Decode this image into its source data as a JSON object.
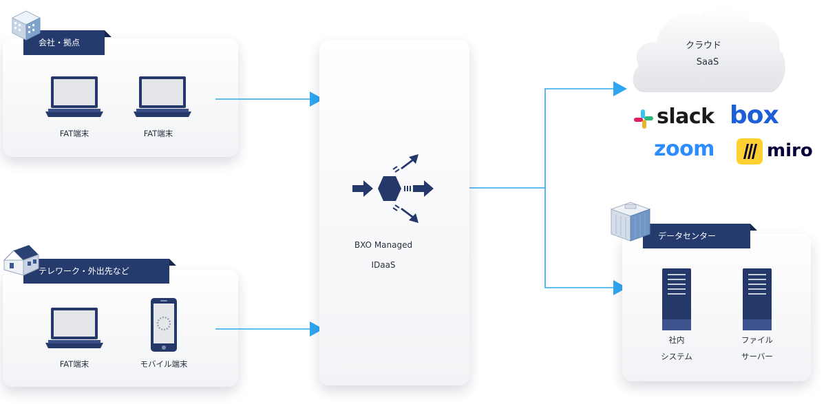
{
  "groups": {
    "office": {
      "label": "会社・拠点",
      "devices": [
        "FAT端末",
        "FAT端末"
      ]
    },
    "remote": {
      "label": "テレワーク・外出先など",
      "devices": [
        "FAT端末",
        "モバイル端末"
      ]
    },
    "datacenter": {
      "label": "データセンター",
      "servers": [
        [
          "社内",
          "システム"
        ],
        [
          "ファイル",
          "サーバー"
        ]
      ]
    }
  },
  "hub": {
    "line1": "BXO Managed",
    "line2": "IDaaS"
  },
  "cloud": {
    "line1": "クラウド",
    "line2": "SaaS"
  },
  "saas_logos": {
    "slack": "slack",
    "box": "box",
    "zoom": "zoom",
    "miro": "miro"
  },
  "colors": {
    "navy": "#253b6e",
    "arrow": "#2ea7f2",
    "panel": "#f4f5f8"
  }
}
